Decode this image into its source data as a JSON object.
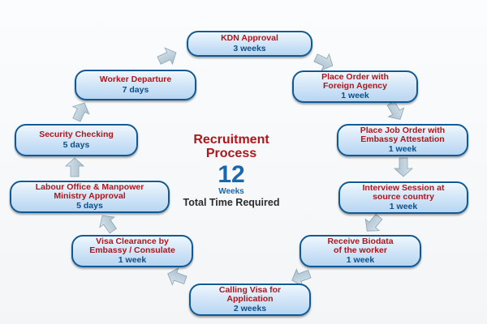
{
  "colors": {
    "step_title": "#b0151b",
    "step_duration": "#0b4f8c",
    "step_border": "#0f5a96",
    "step_fill": "#cfe4f7",
    "arrow_fill": "#bcd0dd",
    "center_title": "#b0151b",
    "center_number": "#1868b0"
  },
  "steps": [
    {
      "title": "KDN Approval",
      "duration": "3 weeks"
    },
    {
      "title": "Place Order with\nForeign Agency",
      "duration": "1 week"
    },
    {
      "title": "Place Job Order with\nEmbassy Attestation",
      "duration": "1 week"
    },
    {
      "title": "Interview Session at\nsource country",
      "duration": "1 week"
    },
    {
      "title": "Receive Biodata\nof the worker",
      "duration": "1 week"
    },
    {
      "title": "Calling Visa for\nApplication",
      "duration": "2 weeks"
    },
    {
      "title": "Visa Clearance by\nEmbassy / Consulate",
      "duration": "1 week"
    },
    {
      "title": "Labour Office & Manpower\nMinistry Approval",
      "duration": "5 days"
    },
    {
      "title": "Security Checking",
      "duration": "5 days"
    },
    {
      "title": "Worker Departure",
      "duration": "7 days"
    }
  ],
  "center": {
    "title": "Recruitment\nProcess",
    "number": "12",
    "unit": "Weeks",
    "subtitle": "Total Time Required"
  },
  "arrow_icon": "block-arrow-icon"
}
